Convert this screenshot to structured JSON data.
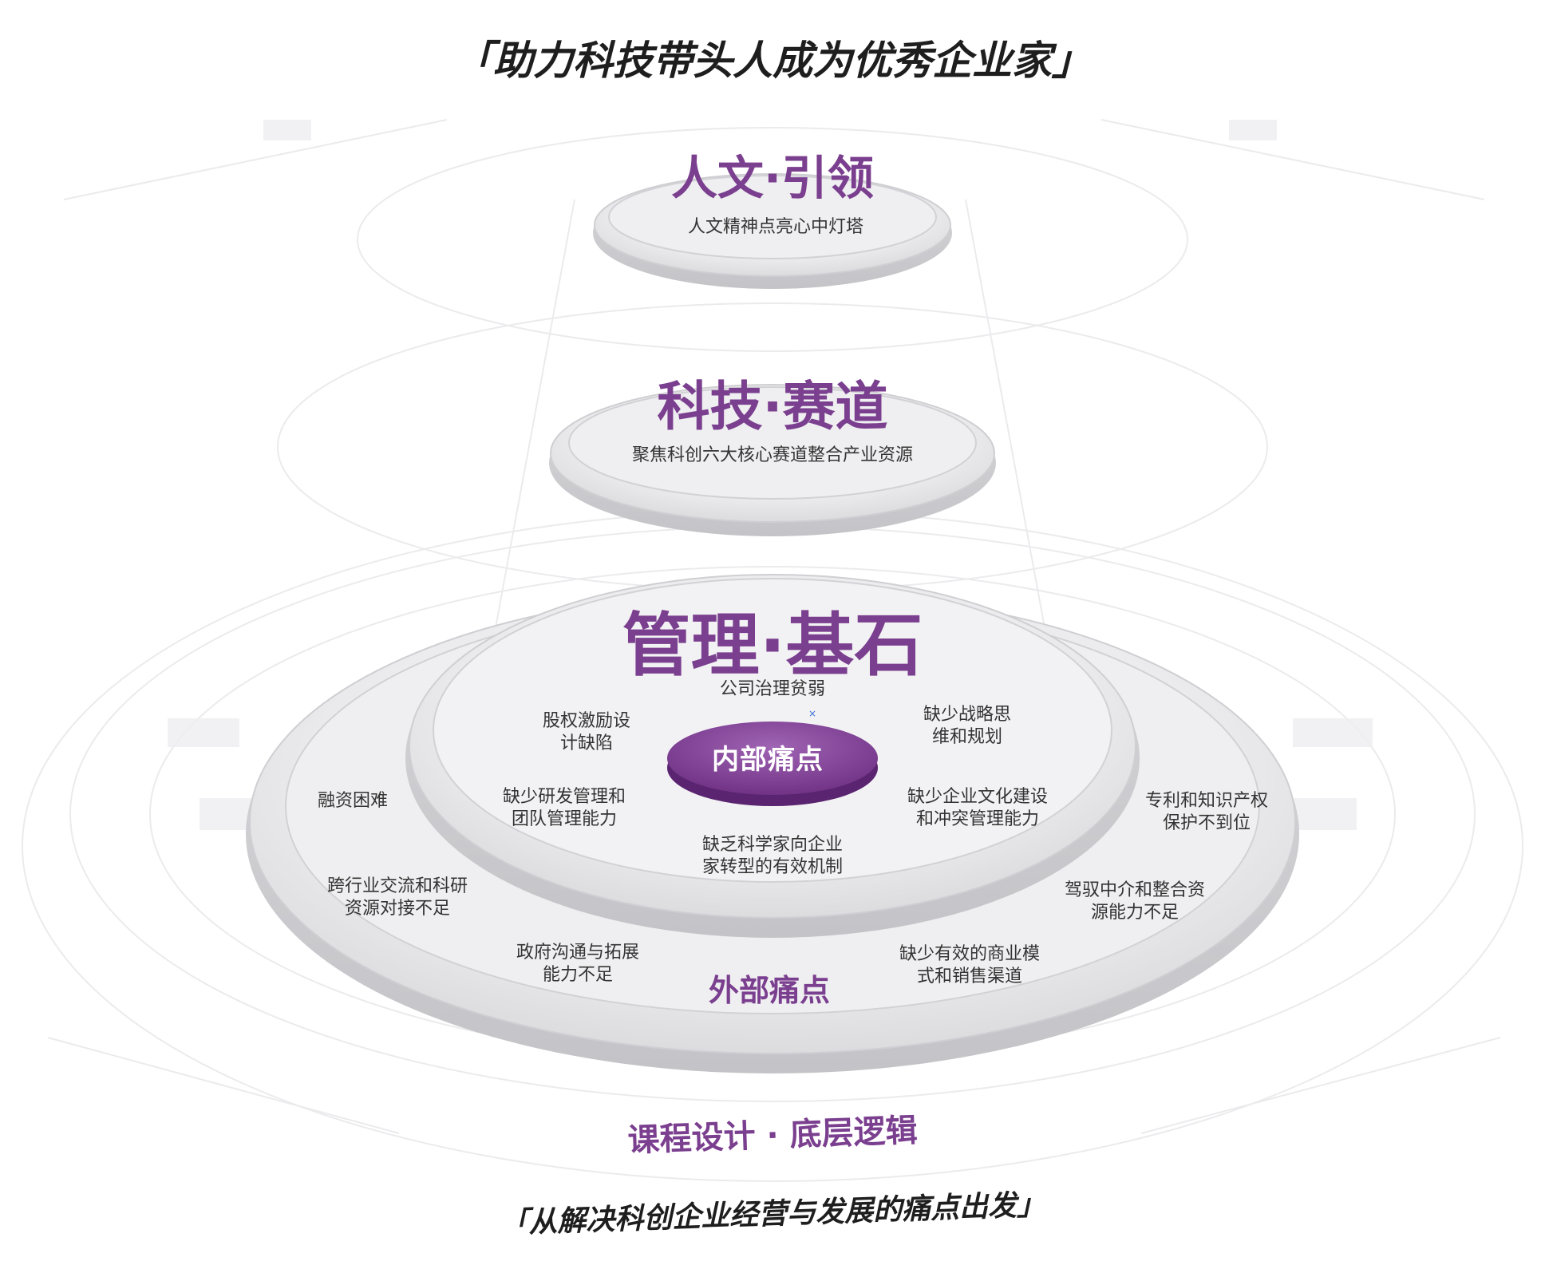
{
  "header": {
    "quote": "「助力科技带头人成为优秀企业家」"
  },
  "tiers": {
    "top": {
      "title": "人文·引领",
      "subtitle": "人文精神点亮心中灯塔"
    },
    "middle": {
      "title": "科技·赛道",
      "subtitle": "聚焦科创六大核心赛道整合产业资源"
    },
    "base": {
      "title": "管理·基石"
    }
  },
  "internal": {
    "label": "内部痛点",
    "items": {
      "governance": "公司治理贫弱",
      "equity": [
        "股权激励设",
        "计缺陷"
      ],
      "strategy": [
        "缺少战略思",
        "维和规划"
      ],
      "rnd": [
        "缺少研发管理和",
        "团队管理能力"
      ],
      "culture": [
        "缺少企业文化建设",
        "和冲突管理能力"
      ],
      "transform": [
        "缺乏科学家向企业",
        "家转型的有效机制"
      ]
    }
  },
  "external": {
    "label": "外部痛点",
    "items": {
      "financing": "融资困难",
      "patent": [
        "专利和知识产权",
        "保护不到位"
      ],
      "crossIndustry": [
        "跨行业交流和科研",
        "资源对接不足"
      ],
      "intermediary": [
        "驾驭中介和整合资",
        "源能力不足"
      ],
      "government": [
        "政府沟通与拓展",
        "能力不足"
      ],
      "business": [
        "缺少有效的商业模",
        "式和销售渠道"
      ]
    }
  },
  "footer": {
    "logic": "课程设计 · 底层逻辑",
    "quote": "「从解决科创企业经营与发展的痛点出发」"
  },
  "colors": {
    "accent": "#7b3f8f",
    "pill": "#8a4a9e",
    "disc": "#e6e6e8"
  }
}
